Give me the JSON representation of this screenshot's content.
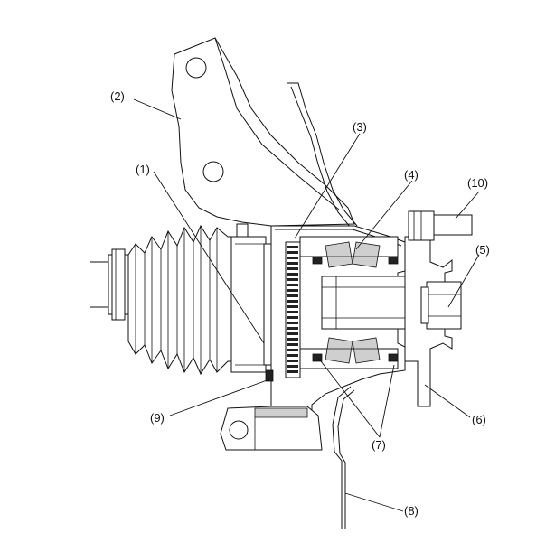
{
  "callouts": {
    "c1": "(1)",
    "c2": "(2)",
    "c3": "(3)",
    "c4": "(4)",
    "c5": "(5)",
    "c6": "(6)",
    "c7": "(7)",
    "c8": "(8)",
    "c9": "(9)",
    "c10": "(10)"
  }
}
